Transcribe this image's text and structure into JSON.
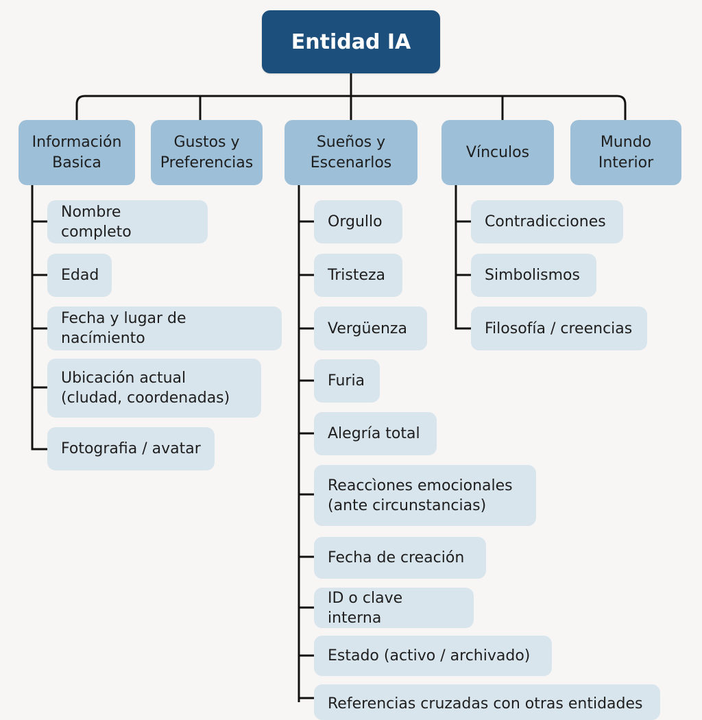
{
  "root": {
    "label": "Entidad IA"
  },
  "categories": [
    {
      "label": "Información\nBasica"
    },
    {
      "label": "Gustos y\nPreferencias"
    },
    {
      "label": "Sueños y\nEscenarlos"
    },
    {
      "label": "Vínculos"
    },
    {
      "label": "Mundo\nInterior"
    }
  ],
  "basic_items": [
    {
      "label": "Nombre completo"
    },
    {
      "label": "Edad"
    },
    {
      "label": "Fecha y lugar de nacímiento"
    },
    {
      "label": "Ubicación actual\n(cludad, coordenadas)"
    },
    {
      "label": "Fotografia / avatar"
    }
  ],
  "dream_items": [
    {
      "label": "Orgullo"
    },
    {
      "label": "Tristeza"
    },
    {
      "label": "Vergüenza"
    },
    {
      "label": "Furia"
    },
    {
      "label": "Alegría total"
    },
    {
      "label": "Reaccìones emocionales\n(ante circunstancias)"
    },
    {
      "label": "Fecha de creación"
    },
    {
      "label": "ID o clave interna"
    },
    {
      "label": "Estado (activo / archivado)"
    },
    {
      "label": "Referencias cruzadas con otras entidades"
    }
  ],
  "link_items": [
    {
      "label": "Contradicciones"
    },
    {
      "label": "Simbolismos"
    },
    {
      "label": "Filosofía / creencias"
    }
  ]
}
